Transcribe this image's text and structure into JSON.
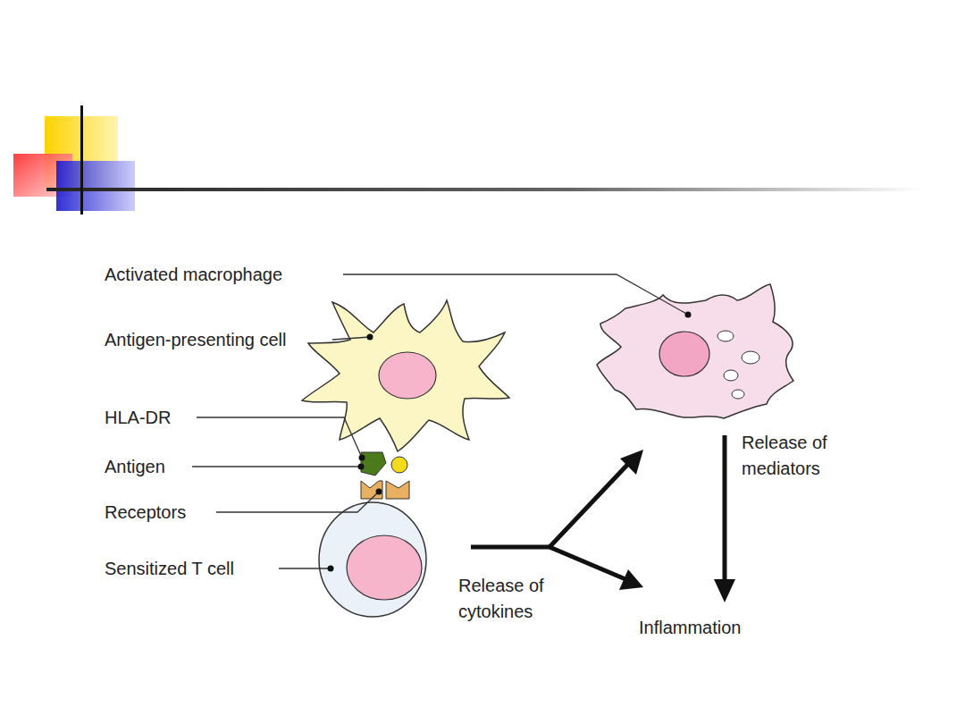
{
  "diagram": {
    "labels": [
      "Activated macrophage",
      "Antigen-presenting cell",
      "HLA-DR",
      "Antigen",
      "Receptors",
      "Sensitized T cell",
      "Release of cytokines",
      "Release of mediators",
      "Inflammation"
    ]
  }
}
